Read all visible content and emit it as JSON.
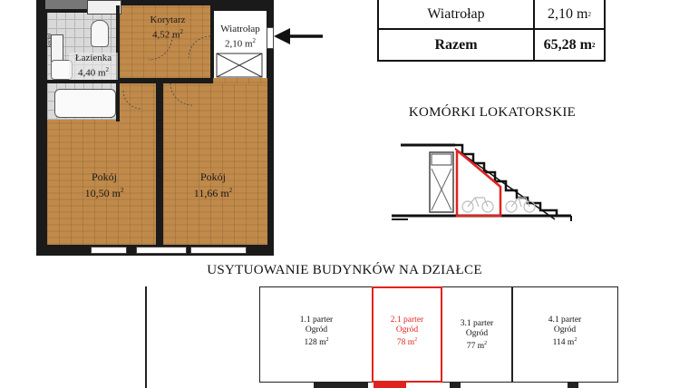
{
  "floor_plan": {
    "rooms": [
      {
        "id": "korytarz",
        "name": "Korytarz",
        "area": "4,52 m",
        "unit_sup": "2"
      },
      {
        "id": "wiatrolap",
        "name": "Wiatrołap",
        "area": "2,10 m",
        "unit_sup": "2"
      },
      {
        "id": "lazienka",
        "name": "Łazienka",
        "area": "4,40 m",
        "unit_sup": "2"
      },
      {
        "id": "pokoj1",
        "name": "Pokój",
        "area": "10,50 m",
        "unit_sup": "2"
      },
      {
        "id": "pokoj2",
        "name": "Pokój",
        "area": "11,66 m",
        "unit_sup": "2"
      }
    ],
    "boiler_label": "kocioł"
  },
  "area_table": {
    "rows": [
      {
        "name": "Wiatrołap",
        "value": "2,10 m",
        "unit_sup": "2",
        "bold": false
      },
      {
        "name": "Razem",
        "value": "65,28 m",
        "unit_sup": "2",
        "bold": true
      }
    ]
  },
  "storage": {
    "title": "KOMÓRKI LOKATORSKIE"
  },
  "site_plan": {
    "title": "USYTUOWANIE BUDYNKÓW NA DZIAŁCE",
    "plots": [
      {
        "line1": "1.1 parter",
        "line2": "Ogród",
        "line3": "128 m",
        "unit_sup": "2",
        "highlight": false
      },
      {
        "line1": "2.1 parter",
        "line2": "Ogród",
        "line3": "78 m",
        "unit_sup": "2",
        "highlight": true
      },
      {
        "line1": "3.1 parter",
        "line2": "Ogród",
        "line3": "77 m",
        "unit_sup": "2",
        "highlight": false
      },
      {
        "line1": "4.1 parter",
        "line2": "Ogród",
        "line3": "114 m",
        "unit_sup": "2",
        "highlight": false
      }
    ]
  },
  "colors": {
    "highlight": "#e0231f",
    "wood": "#c08a4b",
    "wall": "#1a1a1a"
  }
}
